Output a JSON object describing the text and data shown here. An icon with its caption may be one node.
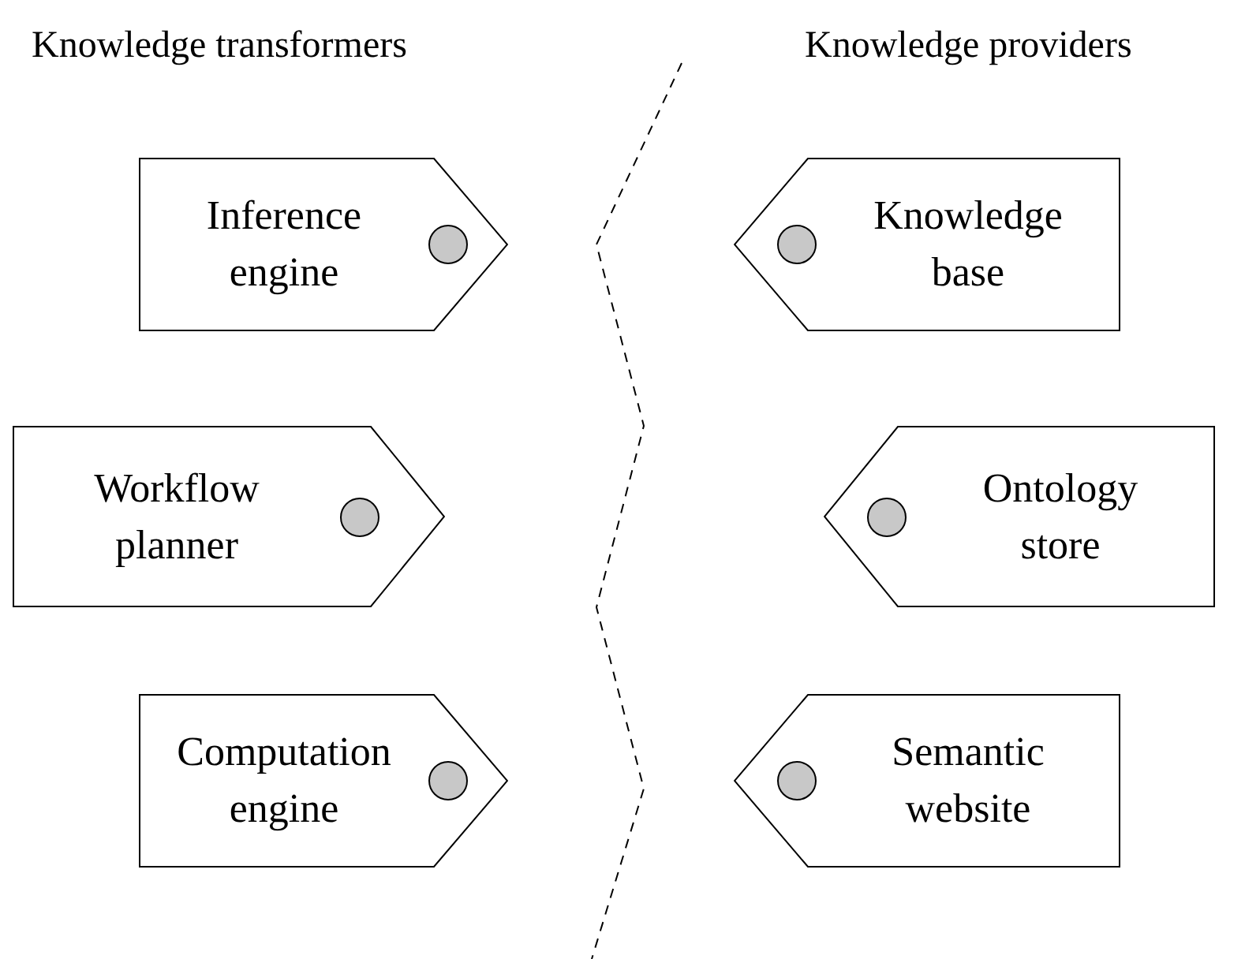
{
  "diagram": {
    "nodes": [
      {
        "text": [
          "Inference engine"
        ]
      },
      {
        "text": [
          "Knowledge base"
        ]
      },
      {
        "text": [
          "Workflow planner"
        ]
      },
      {
        "text": [
          "Ontology store"
        ]
      },
      {
        "text": [
          "Computation engine"
        ]
      },
      {
        "text": [
          "Semantic website"
        ]
      }
    ],
    "labels": [
      "Knowledge transformers",
      "Knowledge providers"
    ]
  }
}
